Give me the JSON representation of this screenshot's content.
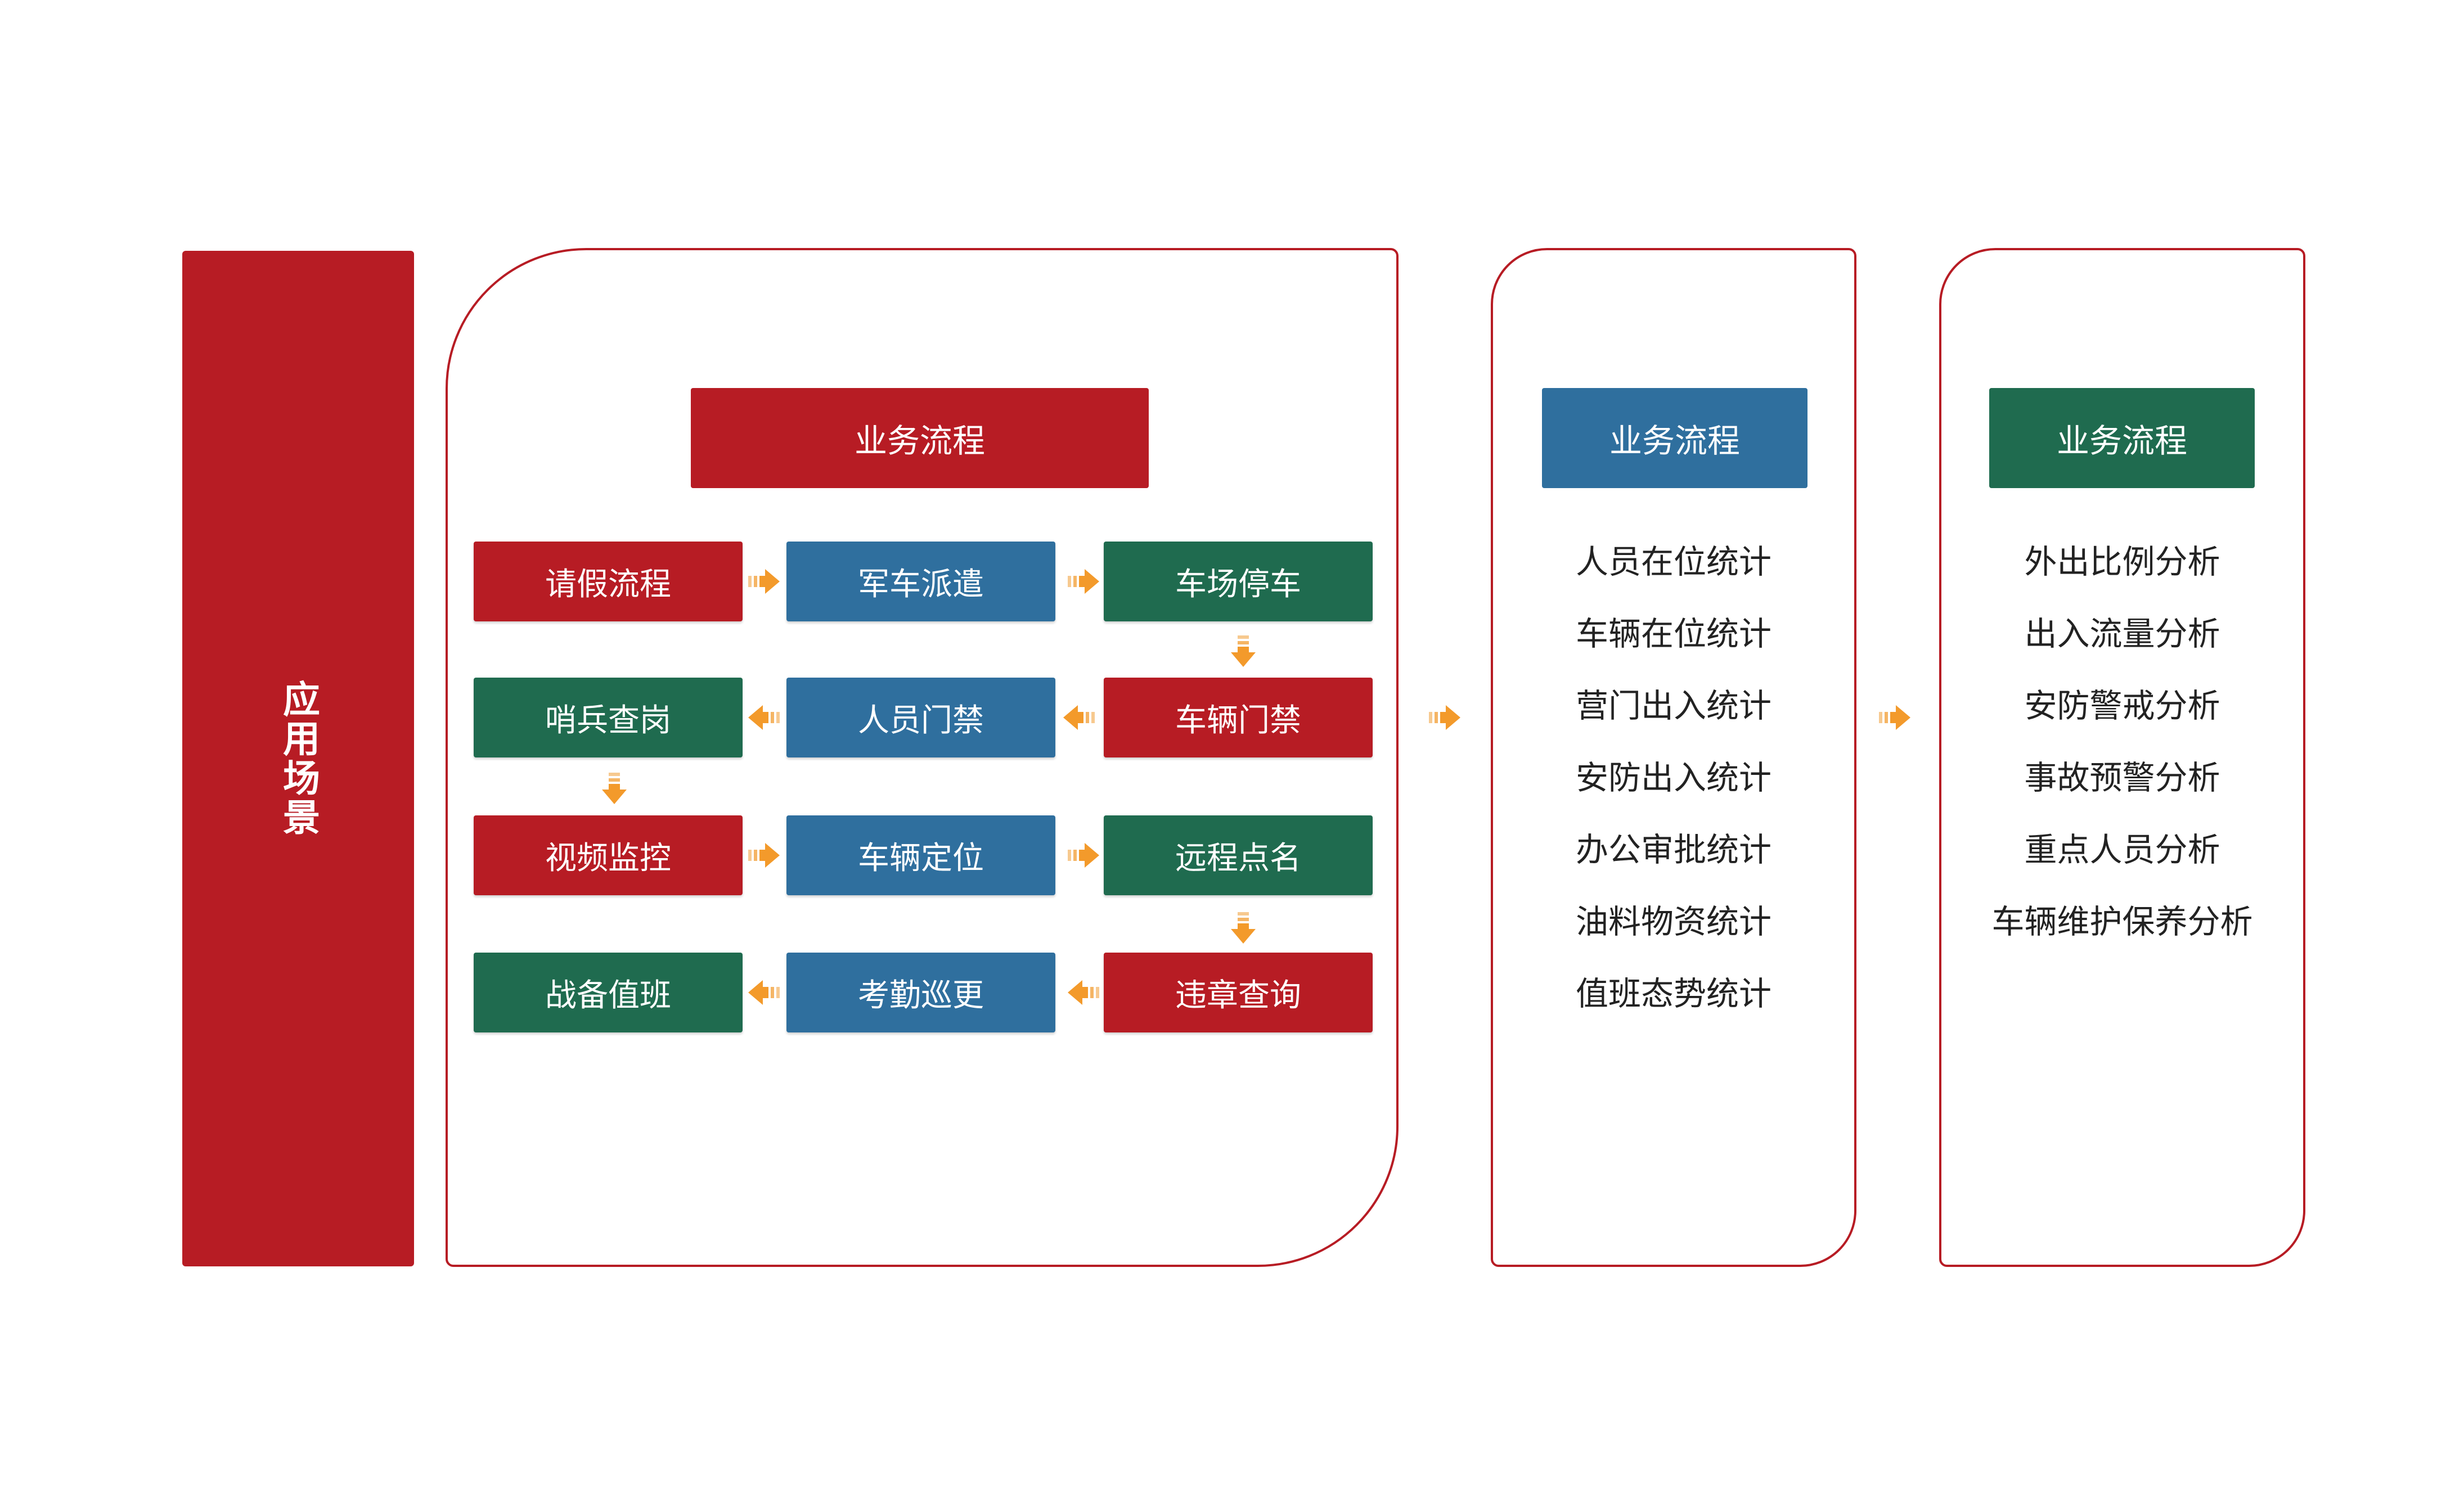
{
  "side_bar": {
    "label": "应用场景"
  },
  "main_panel": {
    "header": "业务流程",
    "boxes": [
      {
        "label": "请假流程",
        "color": "#b71c24"
      },
      {
        "label": "军车派遣",
        "color": "#2f6f9e"
      },
      {
        "label": "车场停车",
        "color": "#1f6b4f"
      },
      {
        "label": "哨兵查岗",
        "color": "#1f6b4f"
      },
      {
        "label": "人员门禁",
        "color": "#2f6f9e"
      },
      {
        "label": "车辆门禁",
        "color": "#b71c24"
      },
      {
        "label": "视频监控",
        "color": "#b71c24"
      },
      {
        "label": "车辆定位",
        "color": "#2f6f9e"
      },
      {
        "label": "远程点名",
        "color": "#1f6b4f"
      },
      {
        "label": "战备值班",
        "color": "#1f6b4f"
      },
      {
        "label": "考勤巡更",
        "color": "#2f6f9e"
      },
      {
        "label": "违章查询",
        "color": "#b71c24"
      }
    ]
  },
  "stats_panel": {
    "header": "业务流程",
    "items": [
      "人员在位统计",
      "车辆在位统计",
      "营门出入统计",
      "安防出入统计",
      "办公审批统计",
      "油料物资统计",
      "值班态势统计"
    ]
  },
  "analysis_panel": {
    "header": "业务流程",
    "items": [
      "外出比例分析",
      "出入流量分析",
      "安防警戒分析",
      "事故预警分析",
      "重点人员分析",
      "车辆维护保养分析"
    ]
  },
  "colors": {
    "red": "#b71c24",
    "blue": "#2f6f9e",
    "green": "#1f6b4f",
    "arrow": "#f39a2b"
  }
}
